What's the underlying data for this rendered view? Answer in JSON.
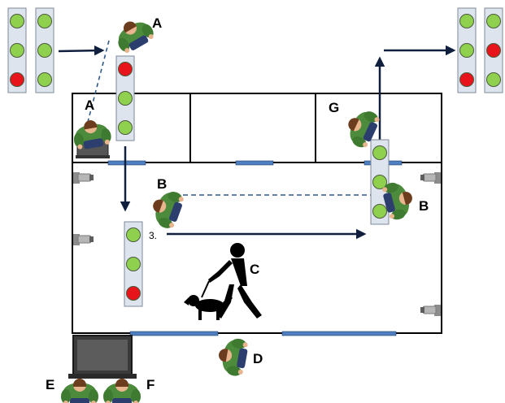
{
  "labels": {
    "a_top": "A",
    "a_room": "A",
    "g": "G",
    "b_left": "B",
    "b_right": "B",
    "c": "C",
    "d": "D",
    "e": "E",
    "f": "F",
    "step_marker": "3."
  },
  "colors": {
    "light_green": "#8fd14f",
    "light_red": "#e8141b",
    "light_housing": "#dde4ee",
    "person_shirt": "#4c8a3c",
    "person_skin": "#e9b58f",
    "person_hair": "#6b3d1e",
    "person_pants": "#2c3e6e",
    "arrow": "#0f1f3d",
    "door_strip": "#4f7fbf",
    "dashed_line": "#2e5a8a"
  },
  "icons": [
    "traffic-light-icon",
    "person-icon",
    "security-camera-icon",
    "laptop-icon",
    "blind-person-with-guide-dog-icon"
  ],
  "traffic_lights": [
    {
      "id": "tl-top-left-1",
      "states": [
        "green",
        "green",
        "red"
      ]
    },
    {
      "id": "tl-top-left-2",
      "states": [
        "green",
        "green",
        "green"
      ]
    },
    {
      "id": "tl-room-a",
      "states": [
        "red",
        "green",
        "green"
      ]
    },
    {
      "id": "tl-hall-left",
      "states": [
        "green",
        "green",
        "red"
      ]
    },
    {
      "id": "tl-hall-right",
      "states": [
        "green",
        "green",
        "green"
      ]
    },
    {
      "id": "tl-top-right-1",
      "states": [
        "green",
        "green",
        "red"
      ]
    },
    {
      "id": "tl-top-right-2",
      "states": [
        "green",
        "red",
        "green"
      ]
    }
  ]
}
